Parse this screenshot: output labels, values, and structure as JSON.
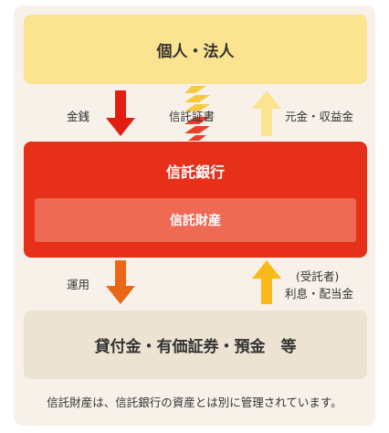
{
  "diagram": {
    "top_box": "個人・法人",
    "bank_box": {
      "title": "信託銀行",
      "inner": "信託財産"
    },
    "bottom_box": "貸付金・有価証券・預金　等",
    "flows_upper": {
      "left_label": "金銭",
      "middle_label": "信託証書",
      "right_label": "元金・収益金"
    },
    "flows_lower": {
      "left_label": "運用",
      "right_label_line1": "(受託者)",
      "right_label_line2": "利息・配当金"
    },
    "footnote": "信託財産は、信託銀行の資産とは別に管理されています。"
  },
  "colors": {
    "panel": "#f7f1ea",
    "top_box": "#fbe48f",
    "bank_box": "#e6301a",
    "bank_inner": "#ef6a55",
    "bottom_box": "#ede3d2",
    "arrow_red": "#e21e12",
    "arrow_orange": "#ea6718",
    "arrow_light_yellow": "#fbe48f",
    "arrow_yellow": "#f8b91a",
    "stripe_yellow": "#f6c945",
    "stripe_red": "#e8412a"
  },
  "icons": {
    "down_arrow_money": "arrow-down-icon",
    "certificate": "striped-connector-icon",
    "up_arrow_return": "arrow-up-icon",
    "down_arrow_invest": "arrow-down-icon",
    "up_arrow_interest": "arrow-up-icon"
  }
}
